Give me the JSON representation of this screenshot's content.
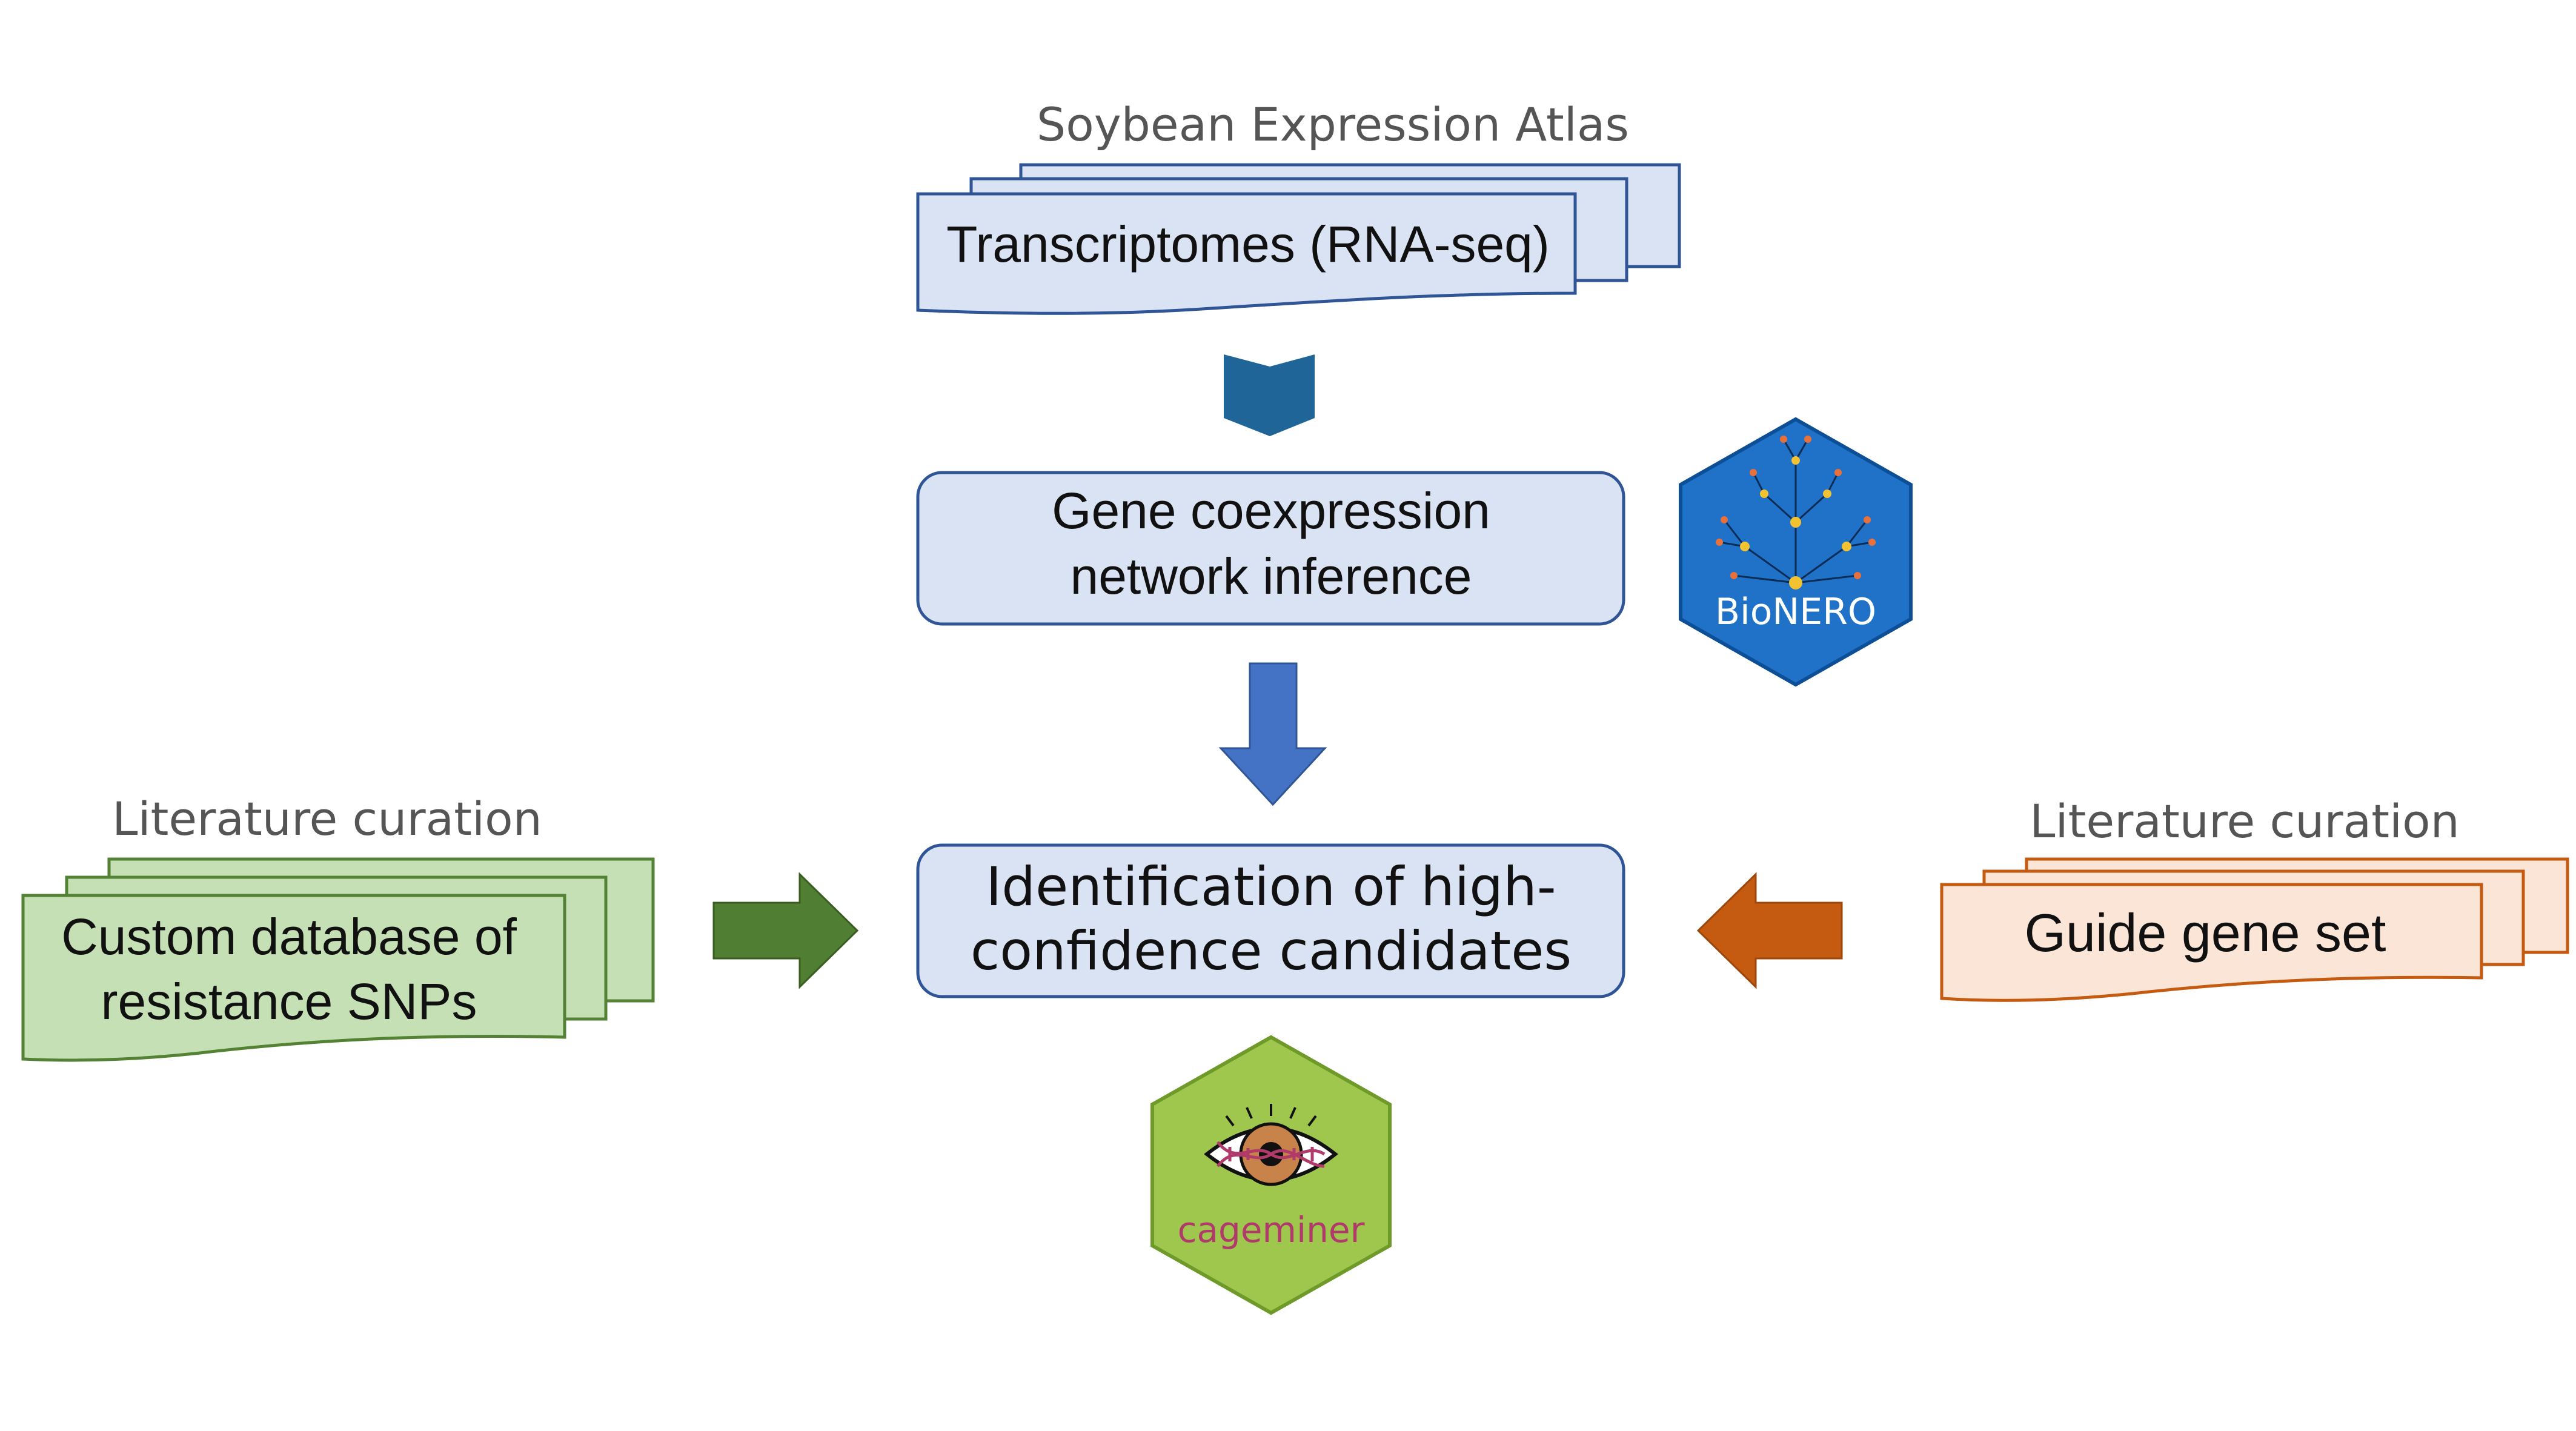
{
  "top_source": {
    "caption": "Soybean Expression Atlas",
    "label": "Transcriptomes (RNA-seq)"
  },
  "step1": {
    "line1": "Gene coexpression",
    "line2": "network inference"
  },
  "step2": {
    "line1": "Identification of high-",
    "line2": "confidence candidates"
  },
  "left_source": {
    "caption": "Literature curation",
    "line1": "Custom database of",
    "line2": "resistance SNPs"
  },
  "right_source": {
    "caption": "Literature curation",
    "label": "Guide gene set"
  },
  "logos": {
    "bionero": "BioNERO",
    "cageminer": "cageminer"
  },
  "colors": {
    "blue_fill": "#dae3f3",
    "blue_stroke": "#2f5597",
    "green_fill": "#c5e0b4",
    "green_stroke": "#548235",
    "orange_fill": "#fbe5d6",
    "orange_stroke": "#c55a11",
    "chevron": "#1f6598",
    "arrow_down": "#4472c4",
    "arrow_right": "#507e32",
    "arrow_left": "#c55a11",
    "bionero_hex": "#1f72c8",
    "cageminer_hex": "#9fc64d",
    "cageminer_text": "#b03a6a",
    "caption_gray": "#555555"
  }
}
